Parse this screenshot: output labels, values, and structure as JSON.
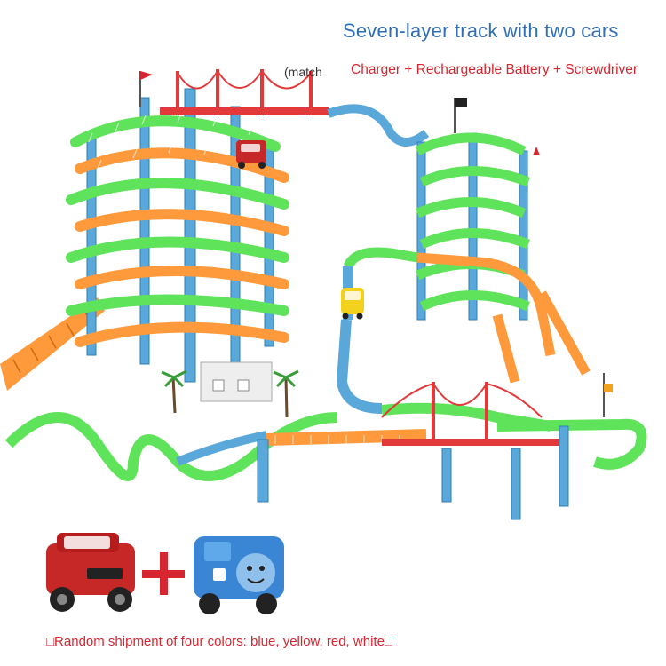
{
  "header": {
    "title": "Seven-layer track with two cars",
    "subtitle": "Charger + Rechargeable Battery + Screwdriver",
    "match_fragment": "(match"
  },
  "scene": {
    "car_top_label": "red car on upper track",
    "car_mid_label": "yellow car on track",
    "plus_symbol": "+"
  },
  "footer": {
    "note": "□Random shipment of four colors: blue, yellow, red, white□"
  },
  "colors": {
    "title_blue": "#2f6fb6",
    "accent_red": "#d7262f",
    "track_green": "#5fe35a",
    "track_orange": "#ff9a3c",
    "pillar_blue": "#5aa7d9",
    "bridge_red": "#e23a3a"
  }
}
